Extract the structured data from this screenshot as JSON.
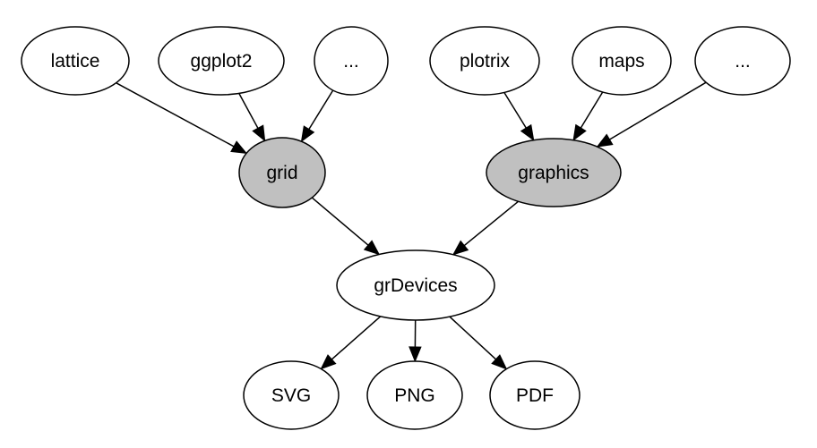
{
  "nodes": [
    {
      "id": "lattice",
      "label": "lattice",
      "fill": "#ffffff"
    },
    {
      "id": "ggplot2",
      "label": "ggplot2",
      "fill": "#ffffff"
    },
    {
      "id": "dots-left",
      "label": "...",
      "fill": "#ffffff"
    },
    {
      "id": "plotrix",
      "label": "plotrix",
      "fill": "#ffffff"
    },
    {
      "id": "maps",
      "label": "maps",
      "fill": "#ffffff"
    },
    {
      "id": "dots-right",
      "label": "...",
      "fill": "#ffffff"
    },
    {
      "id": "grid",
      "label": "grid",
      "fill": "#c0c0c0"
    },
    {
      "id": "graphics",
      "label": "graphics",
      "fill": "#c0c0c0"
    },
    {
      "id": "grdevices",
      "label": "grDevices",
      "fill": "#ffffff"
    },
    {
      "id": "svg",
      "label": "SVG",
      "fill": "#ffffff"
    },
    {
      "id": "png",
      "label": "PNG",
      "fill": "#ffffff"
    },
    {
      "id": "pdf",
      "label": "PDF",
      "fill": "#ffffff"
    }
  ],
  "edges": [
    {
      "from": "lattice",
      "to": "grid"
    },
    {
      "from": "ggplot2",
      "to": "grid"
    },
    {
      "from": "dots-left",
      "to": "grid"
    },
    {
      "from": "plotrix",
      "to": "graphics"
    },
    {
      "from": "maps",
      "to": "graphics"
    },
    {
      "from": "dots-right",
      "to": "graphics"
    },
    {
      "from": "grid",
      "to": "grdevices"
    },
    {
      "from": "graphics",
      "to": "grdevices"
    },
    {
      "from": "grdevices",
      "to": "svg"
    },
    {
      "from": "grdevices",
      "to": "png"
    },
    {
      "from": "grdevices",
      "to": "pdf"
    }
  ]
}
